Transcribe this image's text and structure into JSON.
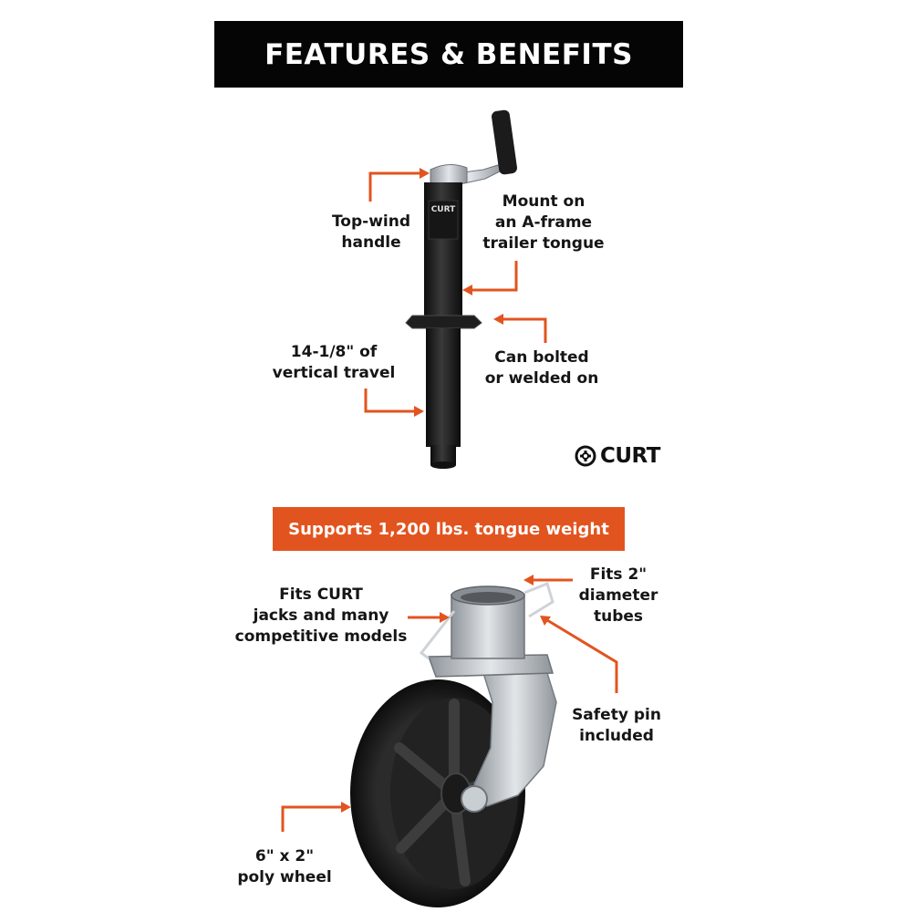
{
  "banner": {
    "title": "FEATURES & BENEFITS"
  },
  "jack": {
    "brand_sticker": "CURT",
    "callouts": {
      "top_wind": "Top-wind\nhandle",
      "mount": "Mount on\nan A-frame\ntrailer tongue",
      "bolted": "Can bolted\nor welded on",
      "travel": "14-1/8\" of\nvertical travel"
    }
  },
  "logo": {
    "text": "CURT",
    "icon": "curt-logo-icon"
  },
  "support": {
    "text": "Supports 1,200 lbs. tongue weight"
  },
  "caster": {
    "callouts": {
      "fits_jacks": "Fits CURT\njacks and many\ncompetitive models",
      "fits_tubes": "Fits 2\"\ndiameter\ntubes",
      "safety_pin": "Safety pin\nincluded",
      "wheel": "6\" x 2\"\npoly wheel"
    }
  },
  "colors": {
    "accent": "#e2541f",
    "banner_bg": "#050505",
    "jack_body": "#1a1a1a",
    "steel": "#b9bec3"
  }
}
